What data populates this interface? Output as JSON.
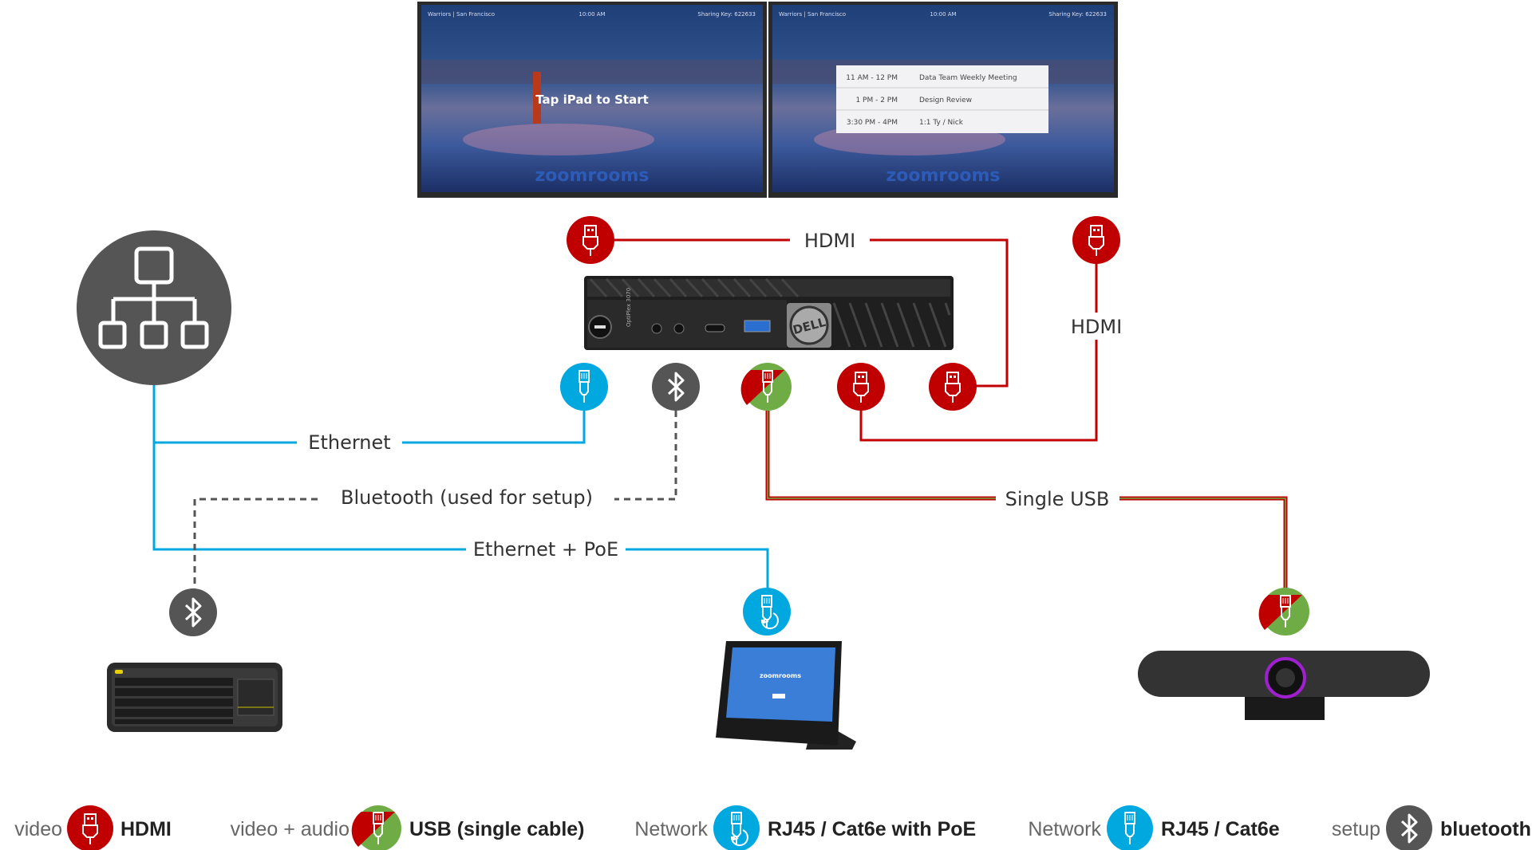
{
  "colors": {
    "hdmi": "#c00000",
    "usb_green": "#6fac46",
    "network": "#00a8e0",
    "bluetooth": "#555555",
    "line_text": "#333333"
  },
  "displays": {
    "left": {
      "location": "Warriors | San Francisco",
      "time": "10:00 AM",
      "sharing_key": "Sharing Key: 622633",
      "message": "Tap iPad to Start",
      "brand": "zoomrooms"
    },
    "right": {
      "location": "Warriors | San Francisco",
      "time": "10:00 AM",
      "sharing_key": "Sharing Key: 622633",
      "brand": "zoomrooms",
      "schedule": [
        {
          "time": "11 AM - 12 PM",
          "title": "Data Team Weekly Meeting"
        },
        {
          "time": "1 PM - 2 PM",
          "title": "Design Review"
        },
        {
          "time": "3:30 PM - 4PM",
          "title": "1:1 Ty / Nick"
        }
      ]
    }
  },
  "pc": {
    "model": "OptiPlex 3070",
    "brand": "DELL"
  },
  "connections": {
    "hdmi_top": "HDMI",
    "hdmi_right": "HDMI",
    "ethernet": "Ethernet",
    "bluetooth": "Bluetooth (used for setup)",
    "ethernet_poe": "Ethernet + PoE",
    "single_usb": "Single USB"
  },
  "tablet": {
    "brand": "zoomrooms"
  },
  "legend": [
    {
      "category": "video",
      "label": "HDMI",
      "icon": "hdmi-icon"
    },
    {
      "category": "video + audio",
      "label": "USB (single cable)",
      "icon": "usb-icon"
    },
    {
      "category": "Network",
      "label": "RJ45 / Cat6e with PoE",
      "icon": "rj45-poe-icon"
    },
    {
      "category": "Network",
      "label": "RJ45 / Cat6e",
      "icon": "rj45-icon"
    },
    {
      "category": "setup",
      "label": "bluetooth",
      "icon": "bluetooth-icon"
    }
  ]
}
